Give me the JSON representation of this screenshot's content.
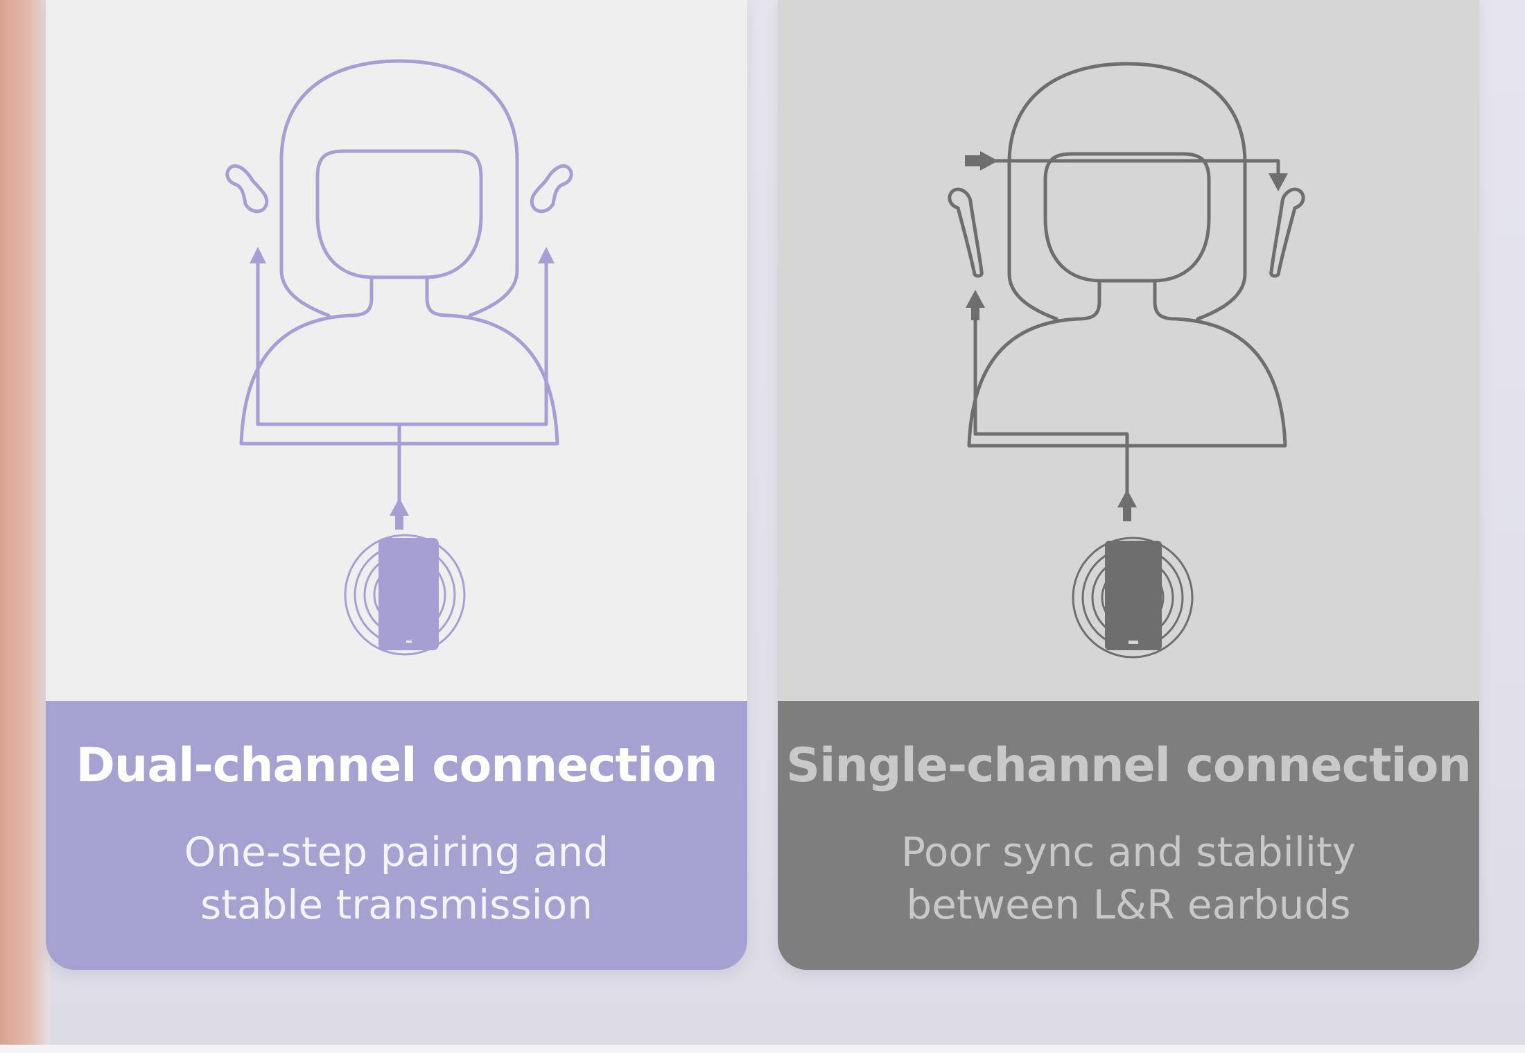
{
  "colors": {
    "accent_purple": "#a5a1d1",
    "line_purple": "#a59fd4",
    "caption_gray": "#7e7e7e",
    "line_gray": "#6e6e6e",
    "card_light": "#efefef",
    "card_gray": "#d6d6d6"
  },
  "dual": {
    "title": "Dual-channel connection",
    "subtitle_line1": "One-step pairing and",
    "subtitle_line2": "stable transmission",
    "icons": [
      "head-shoulders-icon",
      "earbud-left-icon",
      "earbud-right-icon",
      "arrow-up-icon",
      "phone-icon",
      "signal-waves-icon"
    ]
  },
  "single": {
    "title": "Single-channel connection",
    "subtitle_line1": "Poor sync and stability",
    "subtitle_line2": "between L&R earbuds",
    "icons": [
      "head-shoulders-icon",
      "earbud-left-icon",
      "earbud-right-icon",
      "arrow-right-icon",
      "arrow-down-icon",
      "arrow-up-icon",
      "phone-icon",
      "signal-waves-icon"
    ]
  }
}
